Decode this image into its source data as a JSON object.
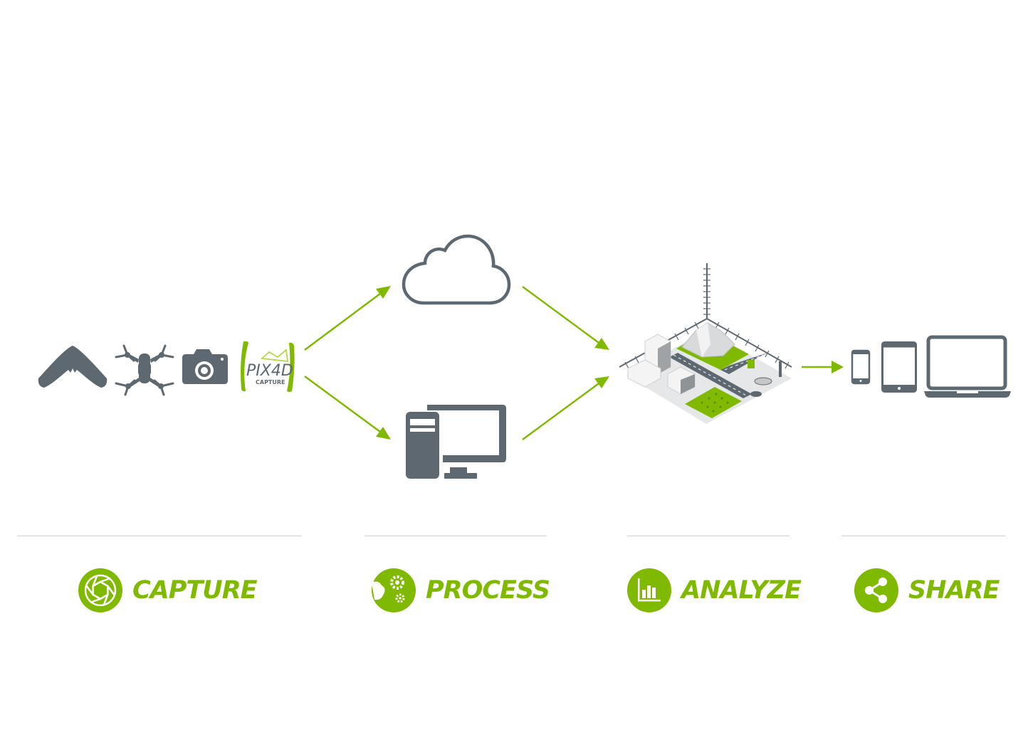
{
  "colors": {
    "accent": "#7fba00",
    "icon_gray": "#5d6870",
    "divider": "#cfcfcf",
    "background": "#ffffff"
  },
  "capture": {
    "devices": [
      "fixed-wing-drone-icon",
      "quadcopter-drone-icon",
      "camera-icon",
      "pix4d-capture-app-icon"
    ],
    "app_logo": {
      "brand": "PIX4D",
      "sub": "CAPTURE"
    }
  },
  "process": {
    "options": [
      "cloud-icon",
      "desktop-computer-icon"
    ]
  },
  "analyze": {
    "illustration": "3d-city-model-icon"
  },
  "share": {
    "devices": [
      "smartphone-icon",
      "tablet-icon",
      "laptop-icon"
    ]
  },
  "steps": [
    {
      "label": "CAPTURE",
      "icon": "camera-shutter-icon"
    },
    {
      "label": "PROCESS",
      "icon": "gears-icon"
    },
    {
      "label": "ANALYZE",
      "icon": "bar-chart-icon"
    },
    {
      "label": "SHARE",
      "icon": "share-icon"
    }
  ]
}
